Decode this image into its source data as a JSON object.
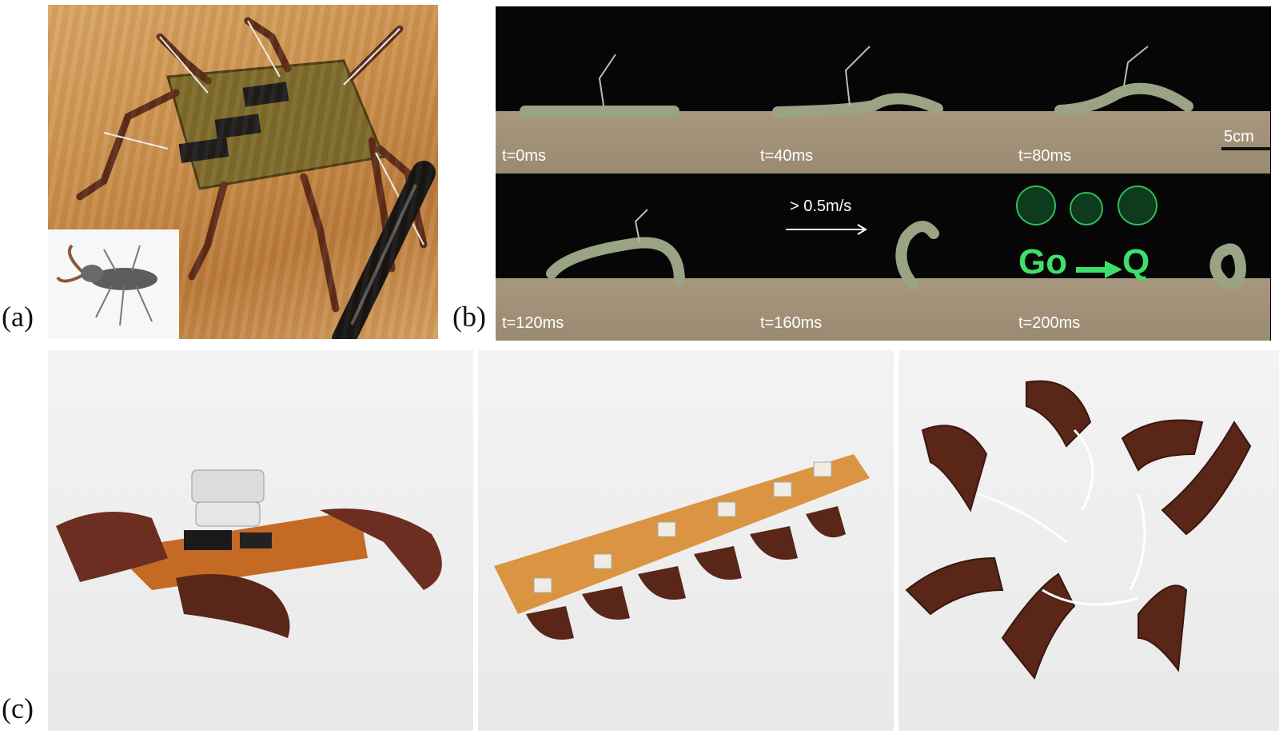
{
  "labels": {
    "a": "(a)",
    "b": "(b)",
    "c": "(c)"
  },
  "panel_b": {
    "frames": [
      {
        "caption": "t=0ms"
      },
      {
        "caption": "t=40ms"
      },
      {
        "caption": "t=80ms"
      },
      {
        "caption": "t=120ms"
      },
      {
        "caption": "t=160ms"
      },
      {
        "caption": "t=200ms"
      }
    ],
    "scale_bar": "5cm",
    "speed": "> 0.5m/s",
    "go_label": "Go",
    "q_label": "Q"
  },
  "colors": {
    "go_green": "#3ee06a",
    "robot_brown": "#6b2e20",
    "board_orange": "#d8892e",
    "wood": "#c98f4c"
  }
}
